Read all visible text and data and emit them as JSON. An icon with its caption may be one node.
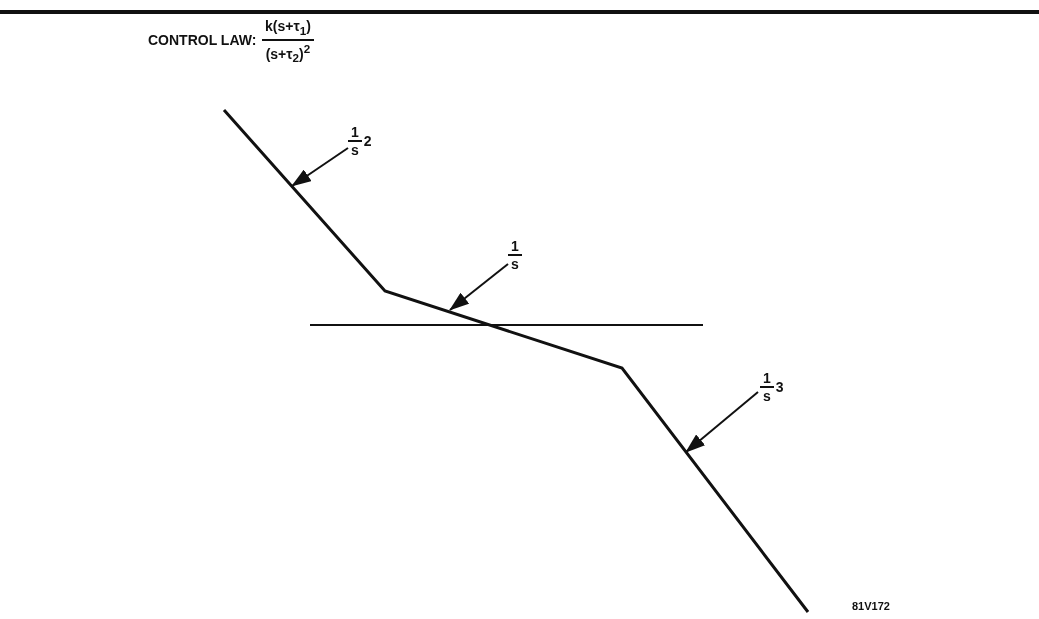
{
  "diagram": {
    "nodes": [
      {
        "text": [
          "1",
          "s",
          "2"
        ]
      },
      {
        "text": [
          "1",
          "s"
        ]
      },
      {
        "text": [
          "1",
          "s",
          "3"
        ]
      }
    ],
    "edges": [
      {
        "from": 0,
        "to": null,
        "arrow": "to"
      },
      {
        "from": 1,
        "to": null,
        "arrow": "to"
      },
      {
        "from": 2,
        "to": null,
        "arrow": "to"
      }
    ],
    "labels": [
      "CONTROL LAW:",
      "k(s+τ$_{1}$)",
      "(s+τ$_{2}$)$^{2}$",
      "81V172"
    ]
  }
}
